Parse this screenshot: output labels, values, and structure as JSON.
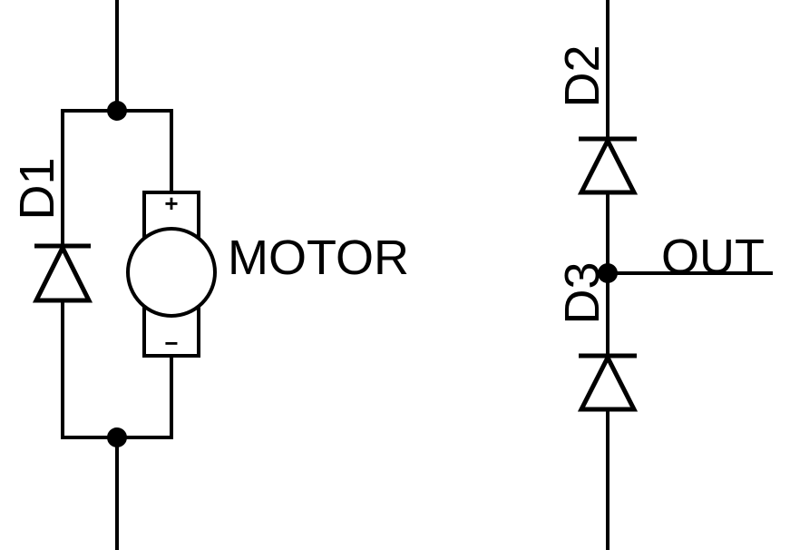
{
  "diagram": {
    "components": {
      "d1": {
        "label": "D1",
        "type": "diode"
      },
      "d2": {
        "label": "D2",
        "type": "diode"
      },
      "d3": {
        "label": "D3",
        "type": "diode"
      },
      "motor": {
        "label": "MOTOR",
        "type": "dc-motor",
        "plus": "+",
        "minus": "−"
      }
    },
    "nets": {
      "out": {
        "label": "OUT"
      }
    }
  }
}
